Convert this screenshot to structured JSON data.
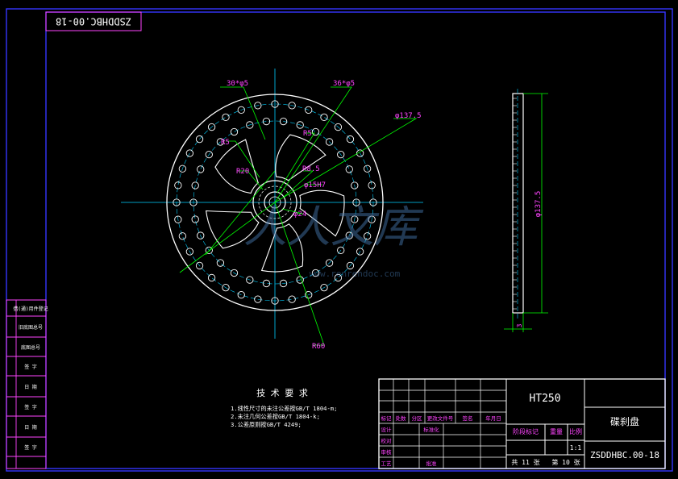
{
  "drawing_number_rotated": "ZSDDHBC.00-18",
  "material": "HT250",
  "part_name": "碟刹盘",
  "drawing_number": "ZSDDHBC.00-18",
  "scale": "1:1",
  "sheet_total_label": "共 11 张",
  "sheet_num_label": "第 10 张",
  "dims": {
    "holes_inner": "30*φ5",
    "holes_outer": "36*φ5",
    "outer_dia": "φ137.5",
    "r35": "R5",
    "r45": "R5",
    "r20": "R20",
    "r85": "R8.5",
    "bore": "φ15H7",
    "hub": "φ24",
    "r60": "R60",
    "side_dia": "φ137.5",
    "thickness": "3"
  },
  "tech_req": {
    "title": "技 术 要 求",
    "items": [
      "1.线性尺寸的未注公差按GB/T 1804-m;",
      "2.未注几何公差按GB/T 1804-k;",
      "3.公差原则按GB/T 4249;"
    ]
  },
  "side_labels": [
    "借(通)用件登记",
    "旧底图总号",
    "底图总号",
    "签 字",
    "日 期",
    "签 字",
    "日 期",
    "签 字"
  ],
  "title_block": {
    "rev_headers": [
      "标记",
      "处数",
      "分区",
      "更改文件号",
      "签名",
      "年月日"
    ],
    "roles": [
      "设计",
      "校对",
      "审核",
      "工艺"
    ],
    "std_label": "标准化",
    "approve_label": "批准",
    "stage_label": "阶段标记",
    "weight_label": "重量",
    "scale_label": "比例"
  },
  "watermark": {
    "main": "人人文库",
    "sub": "www.renrendoc.com"
  },
  "colors": {
    "border": "#3535ff",
    "frame": "#ffffff",
    "center": "#00cfff",
    "dim": "#00ff00",
    "text": "#ff44ff",
    "table": "#ffffff",
    "tech": "#ffffff"
  }
}
